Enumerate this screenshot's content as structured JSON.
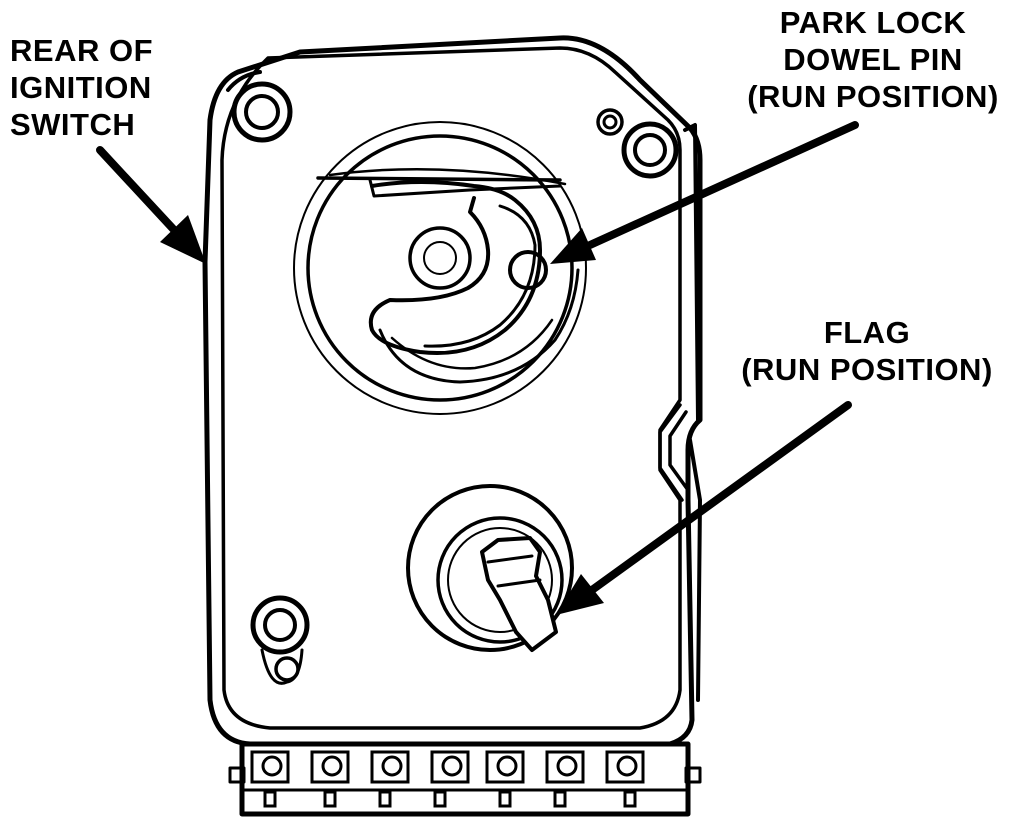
{
  "labels": {
    "rear_of_switch": [
      "REAR OF",
      "IGNITION",
      "SWITCH"
    ],
    "park_lock": [
      "PARK LOCK",
      "DOWEL PIN",
      "(RUN POSITION)"
    ],
    "flag": [
      "FLAG",
      "(RUN POSITION)"
    ]
  },
  "colors": {
    "ink": "#000000",
    "paper": "#ffffff"
  }
}
